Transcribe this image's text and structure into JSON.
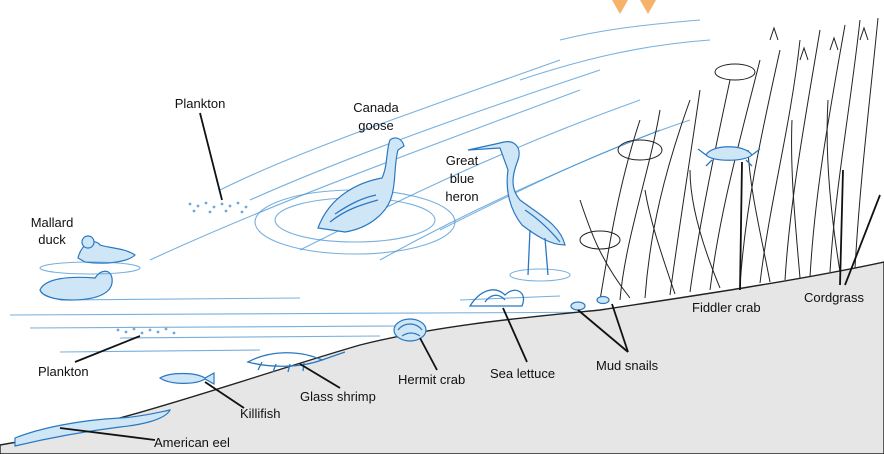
{
  "labels": {
    "plankton_top": "Plankton",
    "canada_goose_1": "Canada",
    "canada_goose_2": "goose",
    "great_blue_heron_1": "Great",
    "great_blue_heron_2": "blue",
    "great_blue_heron_3": "heron",
    "mallard_duck_1": "Mallard",
    "mallard_duck_2": "duck",
    "plankton_bottom": "Plankton",
    "killifish": "Killifish",
    "american_eel": "American eel",
    "glass_shrimp": "Glass shrimp",
    "hermit_crab": "Hermit crab",
    "sea_lettuce": "Sea lettuce",
    "mud_snails": "Mud snails",
    "fiddler_crab": "Fiddler crab",
    "cordgrass": "Cordgrass"
  },
  "colors": {
    "water_blue": "#3d8fd0",
    "animal_blue": "#2a78c0",
    "animal_fill": "#cfe6f7",
    "shore_fill": "#e6e6e6",
    "ink": "#111111",
    "accent_orange": "#f6b26b"
  }
}
